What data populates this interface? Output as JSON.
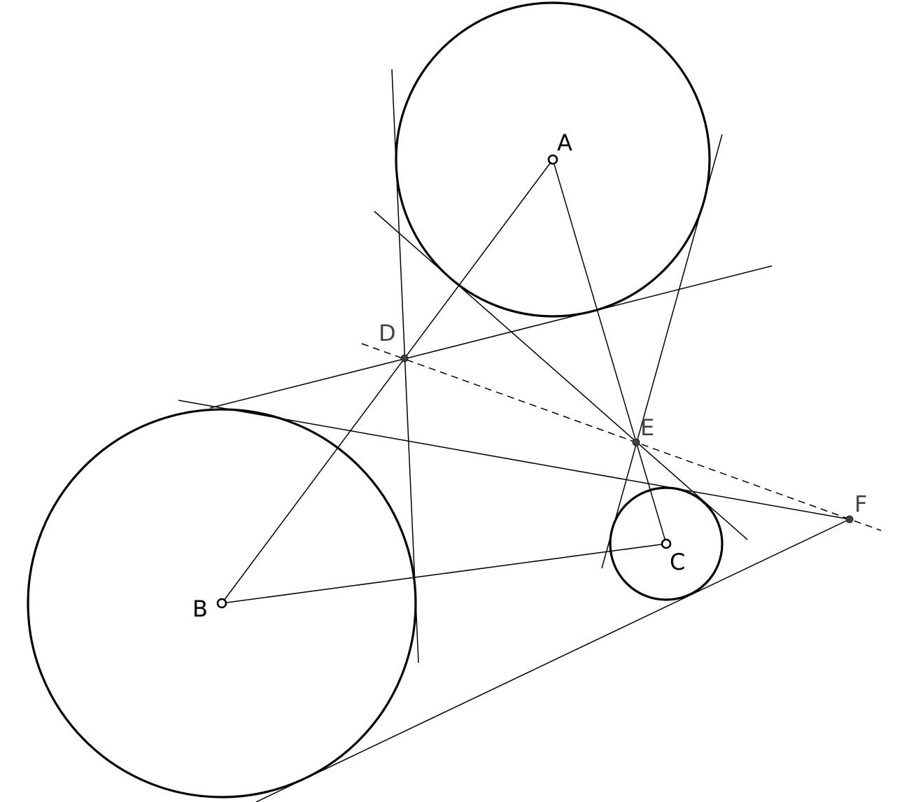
{
  "labels": {
    "A": "A",
    "B": "B",
    "C": "C",
    "D": "D",
    "E": "E",
    "F": "F"
  },
  "colors": {
    "stroke": "#000000",
    "point_fill": "#404040",
    "label_grey": "#444444",
    "background": "#ffffff"
  }
}
